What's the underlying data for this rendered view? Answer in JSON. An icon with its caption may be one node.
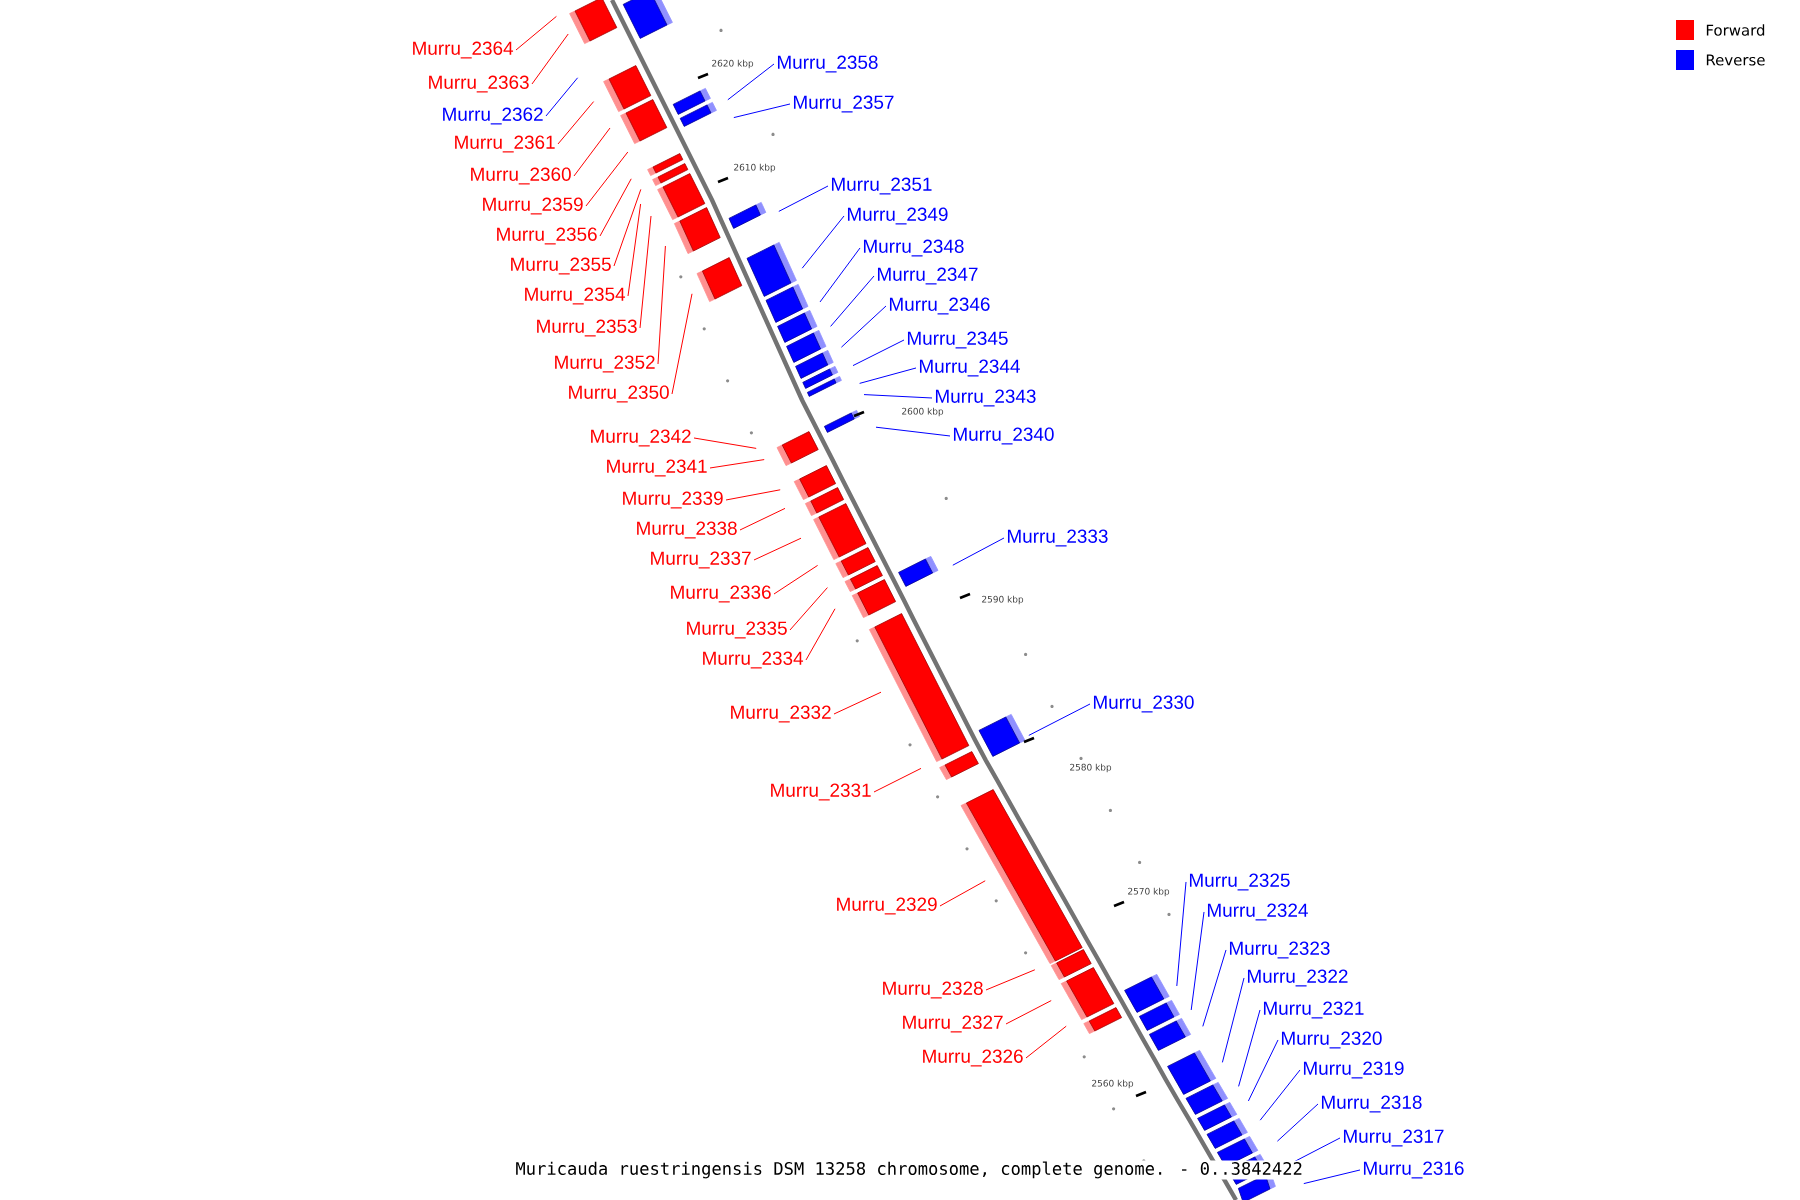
{
  "diagram": {
    "caption": "Muricauda ruestringensis DSM 13258 chromosome, complete genome. - 0..3842422",
    "nodes": [
      {
        "text": [
          "Murru_2364"
        ]
      },
      {
        "text": [
          "Murru_2358"
        ]
      },
      {
        "text": [
          "Murru_2363"
        ]
      },
      {
        "text": [
          "Murru_2357"
        ]
      },
      {
        "text": [
          "Murru_2362"
        ]
      },
      {
        "text": [
          "Murru_2361"
        ]
      },
      {
        "text": [
          "Murru_2360"
        ]
      },
      {
        "text": [
          "Murru_2351"
        ]
      },
      {
        "text": [
          "Murru_2359"
        ]
      },
      {
        "text": [
          "Murru_2349"
        ]
      },
      {
        "text": [
          "Murru_2356"
        ]
      },
      {
        "text": [
          "Murru_2348"
        ]
      },
      {
        "text": [
          "Murru_2355"
        ]
      },
      {
        "text": [
          "Murru_2347"
        ]
      },
      {
        "text": [
          "Murru_2354"
        ]
      },
      {
        "text": [
          "Murru_2346"
        ]
      },
      {
        "text": [
          "Murru_2353"
        ]
      },
      {
        "text": [
          "Murru_2345"
        ]
      },
      {
        "text": [
          "Murru_2352"
        ]
      },
      {
        "text": [
          "Murru_2344"
        ]
      },
      {
        "text": [
          "Murru_2350"
        ]
      },
      {
        "text": [
          "Murru_2343"
        ]
      },
      {
        "text": [
          "Murru_2340"
        ]
      },
      {
        "text": [
          "Murru_2342"
        ]
      },
      {
        "text": [
          "Murru_2341"
        ]
      },
      {
        "text": [
          "Murru_2339"
        ]
      },
      {
        "text": [
          "Murru_2338"
        ]
      },
      {
        "text": [
          "Murru_2333"
        ]
      },
      {
        "text": [
          "Murru_2337"
        ]
      },
      {
        "text": [
          "Murru_2336"
        ]
      },
      {
        "text": [
          "Murru_2335"
        ]
      },
      {
        "text": [
          "Murru_2334"
        ]
      },
      {
        "text": [
          "Murru_2330"
        ]
      },
      {
        "text": [
          "Murru_2332"
        ]
      },
      {
        "text": [
          "Murru_2331"
        ]
      },
      {
        "text": [
          "Murru_2325"
        ]
      },
      {
        "text": [
          "Murru_2329"
        ]
      },
      {
        "text": [
          "Murru_2324"
        ]
      },
      {
        "text": [
          "Murru_2323"
        ]
      },
      {
        "text": [
          "Murru_2322"
        ]
      },
      {
        "text": [
          "Murru_2328"
        ]
      },
      {
        "text": [
          "Murru_2321"
        ]
      },
      {
        "text": [
          "Murru_2327"
        ]
      },
      {
        "text": [
          "Murru_2320"
        ]
      },
      {
        "text": [
          "Murru_2326"
        ]
      },
      {
        "text": [
          "Murru_2319"
        ]
      },
      {
        "text": [
          "Murru_2318"
        ]
      },
      {
        "text": [
          "Murru_2317"
        ]
      },
      {
        "text": [
          "Murru_2316"
        ]
      }
    ],
    "edges": [
      {
        "from": 0,
        "to": null,
        "arrow": "none"
      },
      {
        "from": 1,
        "to": null,
        "arrow": "none",
        "color": "#0000ff"
      },
      {
        "from": 2,
        "to": null,
        "arrow": "none"
      },
      {
        "from": 3,
        "to": null,
        "arrow": "none",
        "color": "#0000ff"
      },
      {
        "from": 4,
        "to": null,
        "arrow": "none",
        "color": "#0000ff"
      },
      {
        "from": 5,
        "to": null,
        "arrow": "none"
      },
      {
        "from": 6,
        "to": null,
        "arrow": "none"
      },
      {
        "from": 7,
        "to": null,
        "arrow": "none",
        "color": "#0000ff"
      },
      {
        "from": 8,
        "to": null,
        "arrow": "none"
      },
      {
        "from": 9,
        "to": null,
        "arrow": "none",
        "color": "#0000ff"
      },
      {
        "from": 10,
        "to": null,
        "arrow": "none"
      },
      {
        "from": 11,
        "to": null,
        "arrow": "none",
        "color": "#0000ff"
      },
      {
        "from": 12,
        "to": null,
        "arrow": "none"
      },
      {
        "from": 13,
        "to": null,
        "arrow": "none",
        "color": "#0000ff"
      },
      {
        "from": 14,
        "to": null,
        "arrow": "none"
      },
      {
        "from": 15,
        "to": null,
        "arrow": "none",
        "color": "#0000ff"
      },
      {
        "from": 16,
        "to": null,
        "arrow": "none"
      },
      {
        "from": 17,
        "to": null,
        "arrow": "none",
        "color": "#0000ff"
      },
      {
        "from": 18,
        "to": null,
        "arrow": "none"
      },
      {
        "from": 19,
        "to": null,
        "arrow": "none",
        "color": "#0000ff"
      },
      {
        "from": 20,
        "to": null,
        "arrow": "none"
      },
      {
        "from": 21,
        "to": null,
        "arrow": "none",
        "color": "#0000ff"
      },
      {
        "from": 22,
        "to": null,
        "arrow": "none",
        "color": "#0000ff"
      },
      {
        "from": 23,
        "to": null,
        "arrow": "none"
      },
      {
        "from": 24,
        "to": null,
        "arrow": "none"
      },
      {
        "from": 25,
        "to": null,
        "arrow": "none"
      },
      {
        "from": 26,
        "to": null,
        "arrow": "none"
      },
      {
        "from": 27,
        "to": null,
        "arrow": "none",
        "color": "#0000ff"
      },
      {
        "from": 28,
        "to": null,
        "arrow": "none"
      },
      {
        "from": 29,
        "to": null,
        "arrow": "none"
      },
      {
        "from": 30,
        "to": null,
        "arrow": "none"
      },
      {
        "from": 31,
        "to": null,
        "arrow": "none"
      },
      {
        "from": 32,
        "to": null,
        "arrow": "none",
        "color": "#0000ff"
      },
      {
        "from": 33,
        "to": null,
        "arrow": "none"
      },
      {
        "from": 34,
        "to": null,
        "arrow": "none"
      },
      {
        "from": 35,
        "to": null,
        "arrow": "none",
        "color": "#0000ff"
      },
      {
        "from": 36,
        "to": null,
        "arrow": "none"
      },
      {
        "from": 37,
        "to": null,
        "arrow": "none",
        "color": "#0000ff"
      },
      {
        "from": 38,
        "to": null,
        "arrow": "none",
        "color": "#0000ff"
      },
      {
        "from": 39,
        "to": null,
        "arrow": "none",
        "color": "#0000ff"
      },
      {
        "from": 40,
        "to": null,
        "arrow": "none"
      },
      {
        "from": 41,
        "to": null,
        "arrow": "none",
        "color": "#0000ff"
      },
      {
        "from": 42,
        "to": null,
        "arrow": "none"
      },
      {
        "from": 43,
        "to": null,
        "arrow": "none",
        "color": "#0000ff"
      },
      {
        "from": 44,
        "to": null,
        "arrow": "none"
      },
      {
        "from": 45,
        "to": null,
        "arrow": "none",
        "color": "#0000ff"
      },
      {
        "from": 46,
        "to": null,
        "arrow": "none",
        "color": "#0000ff"
      },
      {
        "from": 47,
        "to": null,
        "arrow": "none",
        "color": "#0000ff"
      },
      {
        "from": 48,
        "to": null,
        "arrow": "none",
        "color": "#0000ff"
      }
    ],
    "labels": [
      "2620 kbp",
      "2610 kbp",
      "2600 kbp",
      "2590 kbp",
      "2580 kbp",
      "2570 kbp",
      "2560 kbp"
    ],
    "legend": [
      {
        "text": "Forward",
        "color": "#ff0000"
      },
      {
        "text": "Reverse",
        "color": "#0000ff"
      }
    ]
  }
}
